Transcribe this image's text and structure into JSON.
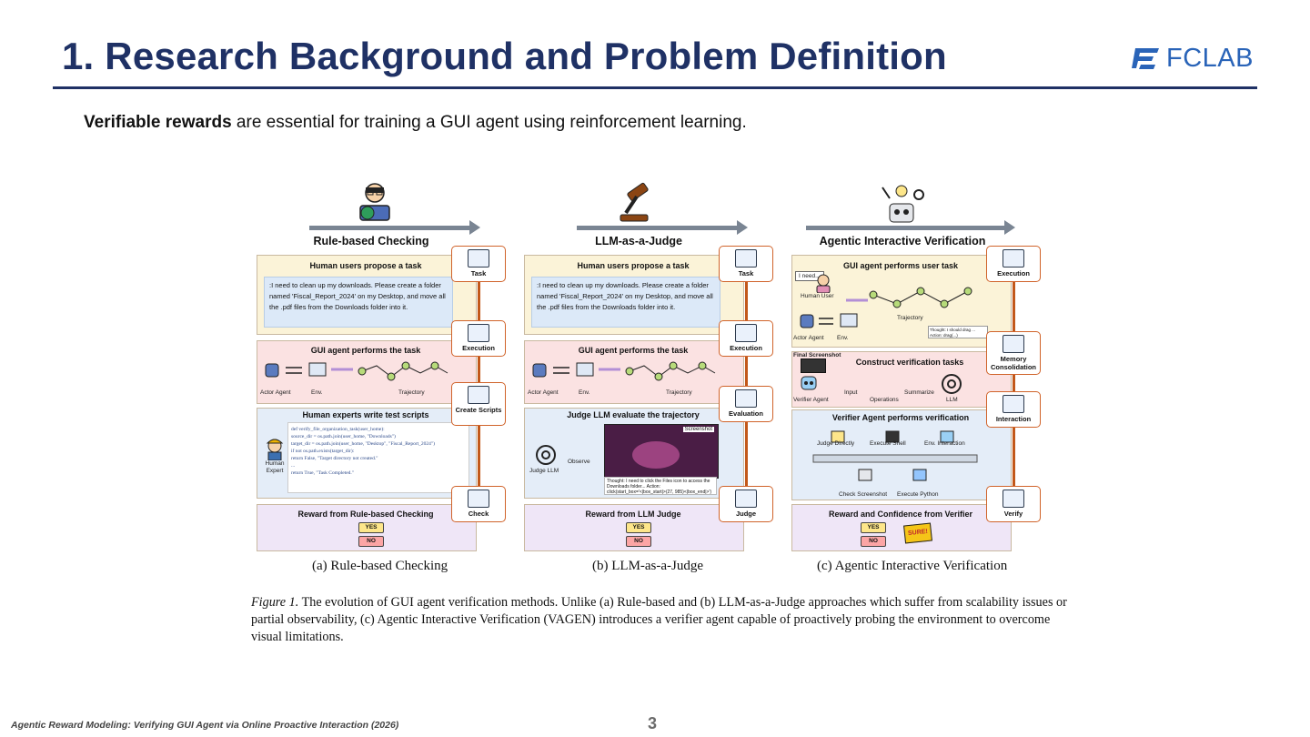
{
  "header": {
    "title": "1. Research Background and Problem Definition",
    "logo_text": "FCLAB"
  },
  "intro": {
    "bold": "Verifiable rewards",
    "rest": " are essential for training a GUI agent using reinforcement learning."
  },
  "figure": {
    "panels": [
      {
        "title": "Rule-based Checking",
        "task_header": "Human users propose a task",
        "task_text": ":I need to clean up my downloads. Please create a folder named 'Fiscal_Report_2024' on my Desktop, and move all the .pdf files from the Downloads folder into it.",
        "exec_header": "GUI agent performs the task",
        "actor_label": "Actor Agent",
        "env_label": "Env.",
        "traj_label": "Trajectory",
        "mid_header": "Human experts write test scripts",
        "mid_side_label": "Human Expert",
        "code_lines": [
          "def verify_file_organization_task(user_home):",
          "    source_dir = os.path.join(user_home, \"Downloads\")",
          "    target_dir = os.path.join(user_home, \"Desktop\", \"Fiscal_Report_2024\")",
          "    if not os.path.exists(target_dir):",
          "        return False, \"Target directory not created.\"",
          "    ...",
          "    return True, \"Task Completed.\""
        ],
        "reward_header": "Reward from Rule-based Checking",
        "steps": [
          "Task",
          "Execution",
          "Create Scripts",
          "Check"
        ],
        "caption": "(a) Rule-based Checking"
      },
      {
        "title": "LLM-as-a-Judge",
        "task_header": "Human users propose a task",
        "task_text": ":I need to clean up my downloads. Please create a folder named 'Fiscal_Report_2024' on my Desktop, and move all the .pdf files from the Downloads folder into it.",
        "exec_header": "GUI agent performs the task",
        "actor_label": "Actor Agent",
        "env_label": "Env.",
        "traj_label": "Trajectory",
        "mid_header": "Judge LLM evaluate the trajectory",
        "judge_label": "Judge LLM",
        "observe_label": "Observe",
        "screenshot_label": "Screenshot",
        "thought_text": "Thought: I need to click the Files icon to access the Downloads folder... Action: click(start_box='<|box_start|>(27, 985)<|box_end|>')",
        "reward_header": "Reward from LLM Judge",
        "steps": [
          "Task",
          "Execution",
          "Evaluation",
          "Judge"
        ],
        "caption": "(b) LLM-as-a-Judge"
      },
      {
        "title": "Agentic Interactive Verification",
        "task_header": "GUI agent performs user task",
        "need_label": "I need...",
        "human_label": "Human User",
        "actor_label": "Actor Agent",
        "env_label": "Env.",
        "traj_label": "Trajectory",
        "thought_text": "Thought: I should drag ... Action: drag(...)",
        "final_screenshot": "Final Screenshot",
        "construct_header": "Construct verification tasks",
        "verifier_label": "Verifier Agent",
        "input_label": "Input",
        "operations_label": "Operations",
        "summarize_label": "Summarize",
        "llm_label": "LLM",
        "perform_header": "Verifier Agent performs verification",
        "tools": [
          "Judge Directly",
          "Execute Shell",
          "Env. Interaction",
          "Check Screenshot",
          "Execute Python"
        ],
        "reward_header": "Reward and Confidence from Verifier",
        "sure_label": "SURE!",
        "steps": [
          "Execution",
          "Memory Consolidation",
          "Interaction",
          "Verify"
        ],
        "caption": "(c) Agentic Interactive Verification"
      }
    ],
    "yes_label": "YES",
    "no_label": "NO",
    "caption_label": "Figure 1.",
    "caption_text": " The evolution of GUI agent verification methods. Unlike (a) Rule-based and (b) LLM-as-a-Judge approaches which suffer from scalability issues or partial observability, (c) Agentic Interactive Verification (VAGEN) introduces a verifier agent capable of proactively probing the environment to overcome visual limitations."
  },
  "footer": {
    "left_text": "Agentic Reward Modeling: Verifying GUI Agent via Online Proactive Interaction (2026)",
    "page_number": "3"
  },
  "colors": {
    "title": "#1f3165",
    "accent_orange": "#c2581a",
    "logo_blue": "#2a64b8"
  }
}
